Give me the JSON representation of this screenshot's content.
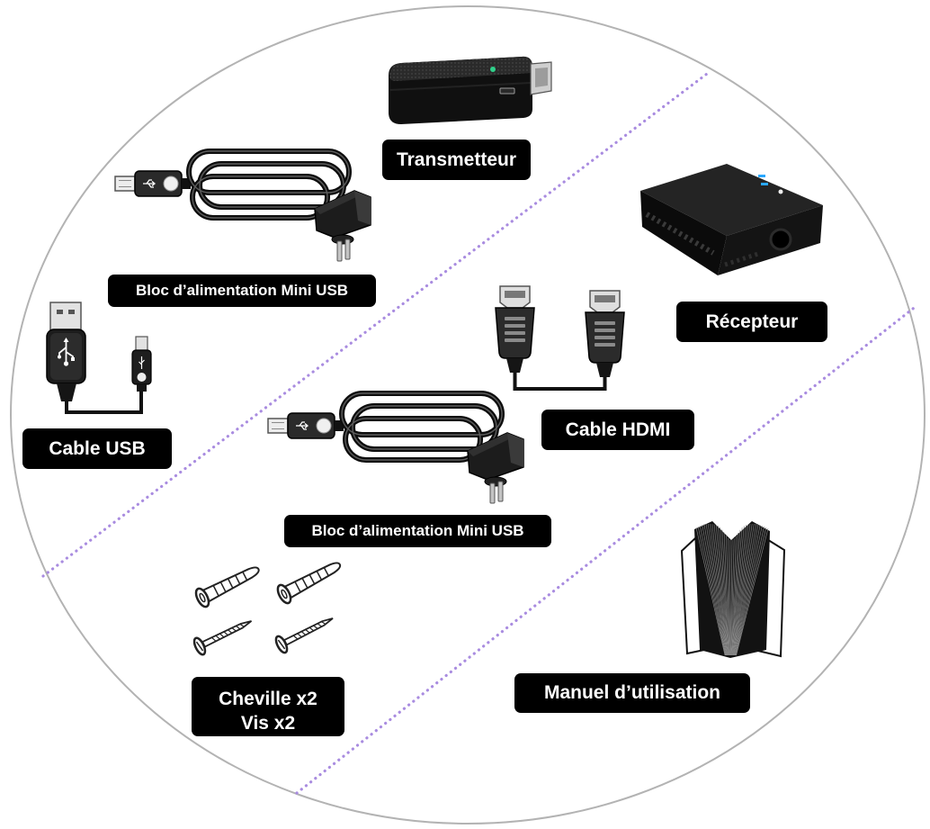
{
  "items": [
    {
      "label": "Transmetteur",
      "icon": "hdmi-transmitter-icon"
    },
    {
      "label": "Bloc d’alimentation Mini USB",
      "icon": "mini-usb-power-adapter-icon"
    },
    {
      "label": "Récepteur",
      "icon": "hdmi-receiver-icon"
    },
    {
      "label": "Cable USB",
      "icon": "usb-cable-icon"
    },
    {
      "label": "Cable HDMI",
      "icon": "hdmi-cable-icon"
    },
    {
      "label": "Bloc d’alimentation Mini USB",
      "icon": "mini-usb-power-adapter-icon"
    },
    {
      "lines": [
        "Cheville x2",
        "Vis x2"
      ],
      "icon": "wall-anchor-screw-icon"
    },
    {
      "label": "Manuel d’utilisation",
      "icon": "booklet-icon"
    }
  ],
  "colors": {
    "label_background": "#000000",
    "label_text": "#ffffff",
    "divider": "#a98ce0",
    "outline": "#b3b3b3"
  }
}
